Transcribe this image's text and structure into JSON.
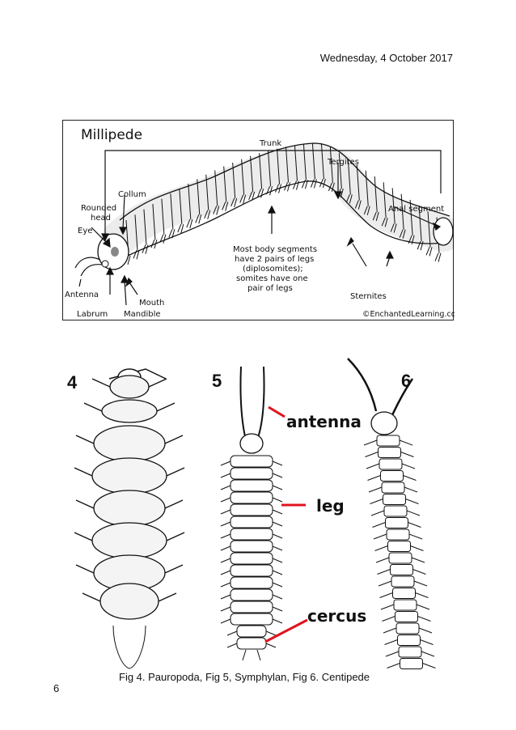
{
  "header": {
    "date": "Wednesday, 4 October 2017"
  },
  "millipede": {
    "title": "Millipede",
    "labels": {
      "trunk": "Trunk",
      "tergites": "Tergites",
      "collum": "Collum",
      "rounded_head_1": "Rounded",
      "rounded_head_2": "head",
      "eye": "Eye",
      "anal_segment": "Anal segment",
      "body_note_1": "Most body segments",
      "body_note_2": "have 2 pairs of legs",
      "body_note_3": "(diplosomites);",
      "body_note_4": "somites have one",
      "body_note_5": "pair of legs",
      "antenna": "Antenna",
      "mouth": "Mouth",
      "labrum": "Labrum",
      "mandible": "Mandible",
      "sternites": "Sternites",
      "credit": "©EnchantedLearning.com"
    }
  },
  "figures": {
    "num4": "4",
    "num5": "5",
    "num6": "6",
    "labels": {
      "antenna": "antenna",
      "leg": "leg",
      "cercus": "cercus"
    }
  },
  "caption": "Fig 4. Pauropoda, Fig 5, Symphylan, Fig 6. Centipede",
  "page_number": "6",
  "colors": {
    "pointer_red": "#e0141e",
    "ink": "#111111"
  }
}
